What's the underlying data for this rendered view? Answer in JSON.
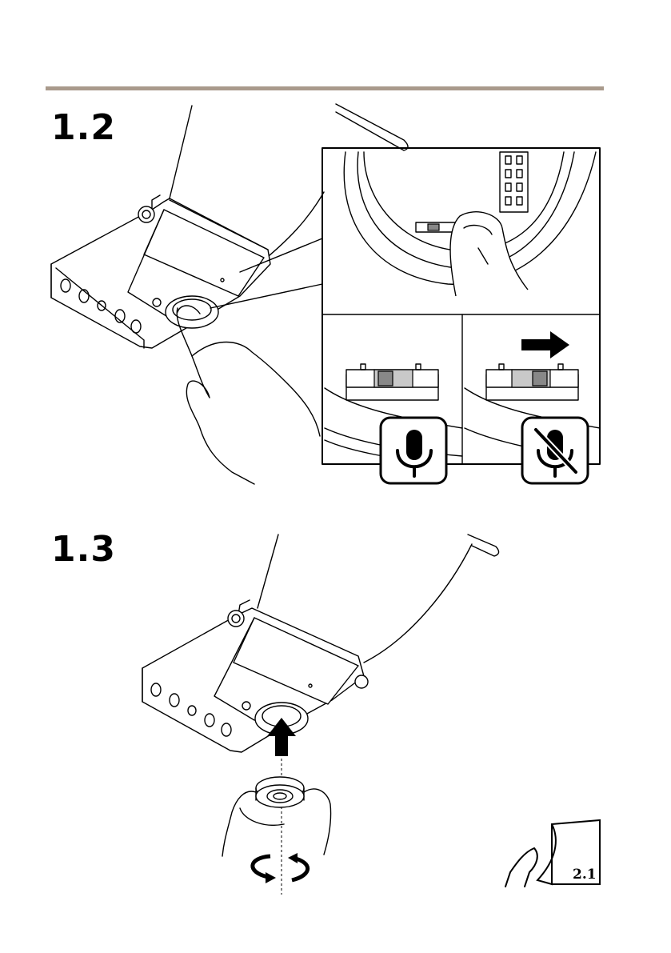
{
  "steps": [
    {
      "number": "1.2"
    },
    {
      "number": "1.3"
    }
  ],
  "reference": {
    "label": "2.1"
  },
  "icons": {
    "mic_on": "microphone-icon",
    "mic_off": "microphone-muted-icon",
    "arrow_right": "arrow-right-icon",
    "arrow_up": "arrow-up-icon",
    "rotate": "rotate-icon",
    "page_turn": "page-turn-icon"
  },
  "colors": {
    "rule": "#a99a8c",
    "switch_grey": "#888888"
  }
}
